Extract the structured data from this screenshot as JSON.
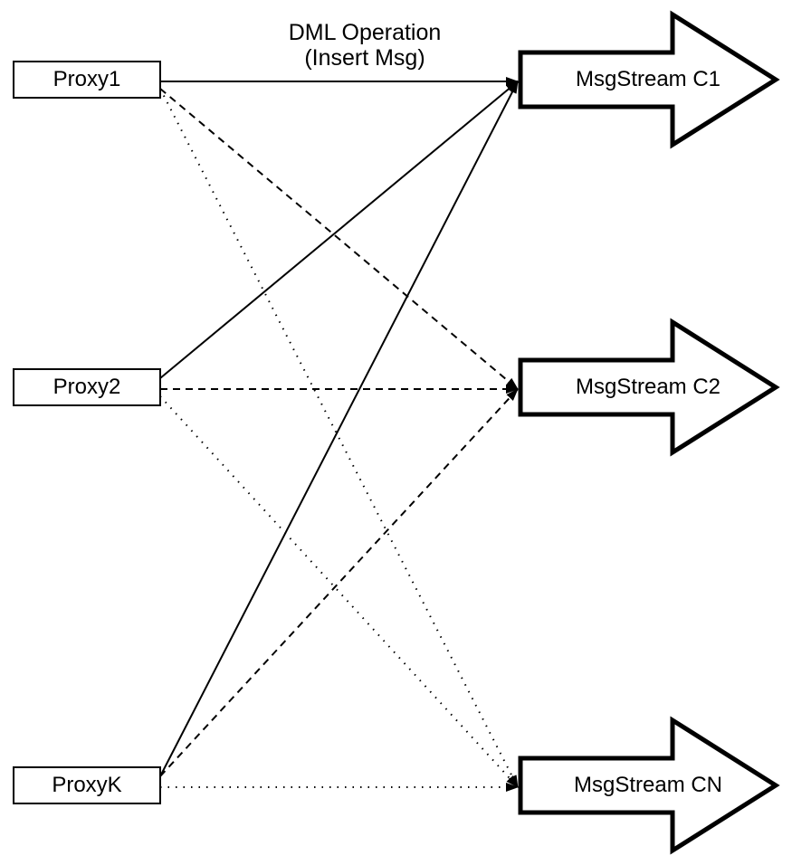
{
  "diagram": {
    "edge_label": {
      "line1": "DML Operation",
      "line2": "(Insert Msg)"
    },
    "colors": {
      "line": "#000000",
      "shape_fill": "#ffffff",
      "background": "#ffffff"
    },
    "proxies": [
      {
        "id": "proxy1",
        "label": "Proxy1"
      },
      {
        "id": "proxy2",
        "label": "Proxy2"
      },
      {
        "id": "proxyk",
        "label": "ProxyK"
      }
    ],
    "streams": [
      {
        "id": "c1",
        "label": "MsgStream C1"
      },
      {
        "id": "c2",
        "label": "MsgStream C2"
      },
      {
        "id": "cn",
        "label": "MsgStream CN"
      }
    ],
    "edges": [
      {
        "from": "proxy1",
        "to": "c1",
        "style": "solid"
      },
      {
        "from": "proxy2",
        "to": "c1",
        "style": "solid"
      },
      {
        "from": "proxyk",
        "to": "c1",
        "style": "solid"
      },
      {
        "from": "proxy1",
        "to": "c2",
        "style": "dashed"
      },
      {
        "from": "proxy2",
        "to": "c2",
        "style": "dashed"
      },
      {
        "from": "proxyk",
        "to": "c2",
        "style": "dashed"
      },
      {
        "from": "proxy1",
        "to": "cn",
        "style": "dotted"
      },
      {
        "from": "proxy2",
        "to": "cn",
        "style": "dotted"
      },
      {
        "from": "proxyk",
        "to": "cn",
        "style": "dotted"
      }
    ]
  }
}
